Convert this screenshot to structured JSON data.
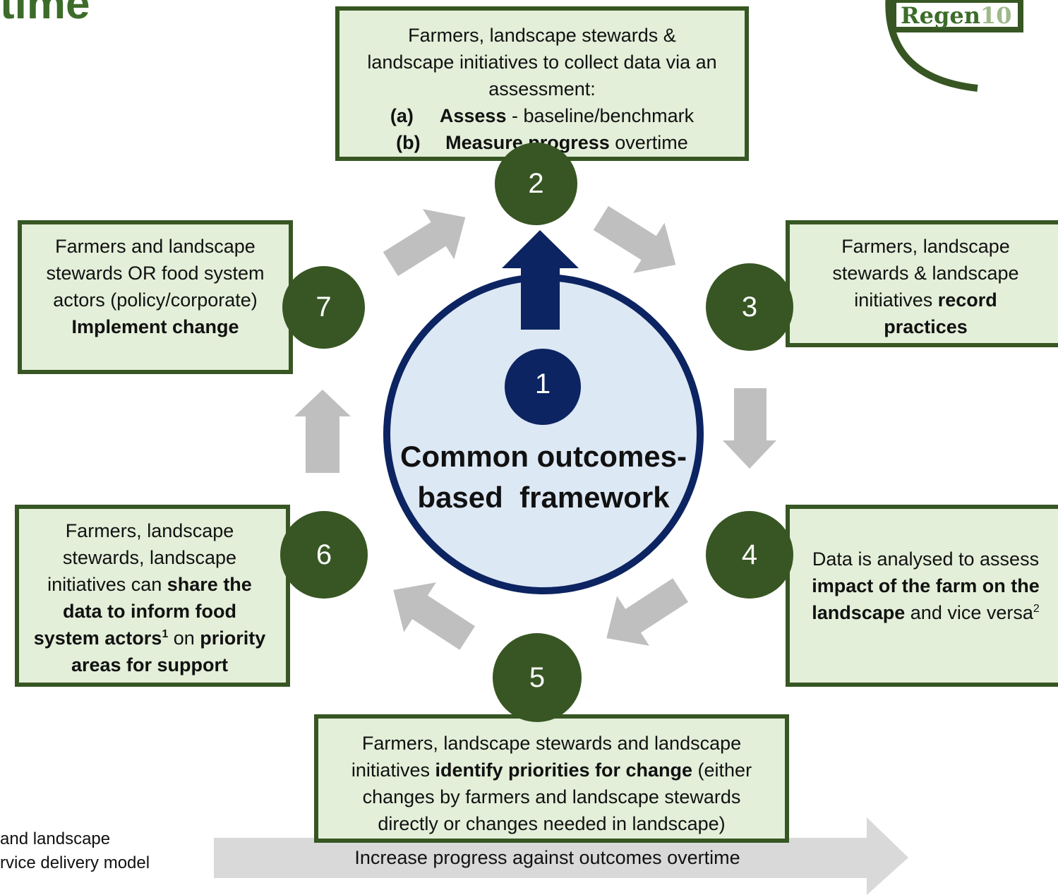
{
  "title_fragment": "time",
  "logo": {
    "text_main": "Regen",
    "text_num": "10"
  },
  "center": {
    "number": "1",
    "line1": "Common outcomes-",
    "line2": "based  framework"
  },
  "steps": {
    "s2": {
      "number": "2",
      "line1": "Farmers, landscape stewards &",
      "line2": "landscape initiatives to collect data via an",
      "line3": "assessment:",
      "a_label": "(a)",
      "a_bold": "Assess",
      "a_rest": " - baseline/benchmark",
      "b_label": "(b)",
      "b_bold": "Measure progress",
      "b_rest": " overtime"
    },
    "s3": {
      "number": "3",
      "line1": "Farmers, landscape",
      "line2": "stewards & landscape",
      "line3_pre": "initiatives ",
      "line3_bold": "record",
      "line4_bold": "practices"
    },
    "s4": {
      "number": "4",
      "line1": "Data is analysed to assess",
      "line2_bold": "impact of the farm on the",
      "line3_bold": "landscape",
      "line3_rest": " and vice versa",
      "line3_sup": "2"
    },
    "s5": {
      "number": "5",
      "line1": "Farmers, landscape stewards and landscape",
      "line2_pre": "initiatives ",
      "line2_bold": "identify priorities for change",
      "line2_rest": " (either",
      "line3": "changes by farmers and landscape stewards",
      "line4": "directly or changes needed in landscape)"
    },
    "s6": {
      "number": "6",
      "line1": "Farmers, landscape",
      "line2": "stewards, landscape",
      "line3_pre": "initiatives can ",
      "line3_bold": "share the",
      "line4_bold": "data to inform food",
      "line5_bold": "system actors",
      "line5_sup": "1",
      "line5_mid": " on ",
      "line5_bold2": "priority",
      "line6_bold": "areas for support"
    },
    "s7": {
      "number": "7",
      "line1": "Farmers and landscape",
      "line2": "stewards OR food system",
      "line3": "actors (policy/corporate)",
      "line4_bold": "Implement change"
    }
  },
  "progress_arrow": {
    "label": "Increase progress against outcomes overtime"
  },
  "footnote": {
    "line1": "and landscape",
    "line2": "rvice delivery model"
  },
  "colors": {
    "dark_green": "#375623",
    "light_green_fill": "#e3efd9",
    "navy": "#0c2461",
    "light_blue_fill": "#dde8f5",
    "grey_arrow": "#bfbfbf",
    "light_grey_arrow": "#d9d9d9"
  }
}
